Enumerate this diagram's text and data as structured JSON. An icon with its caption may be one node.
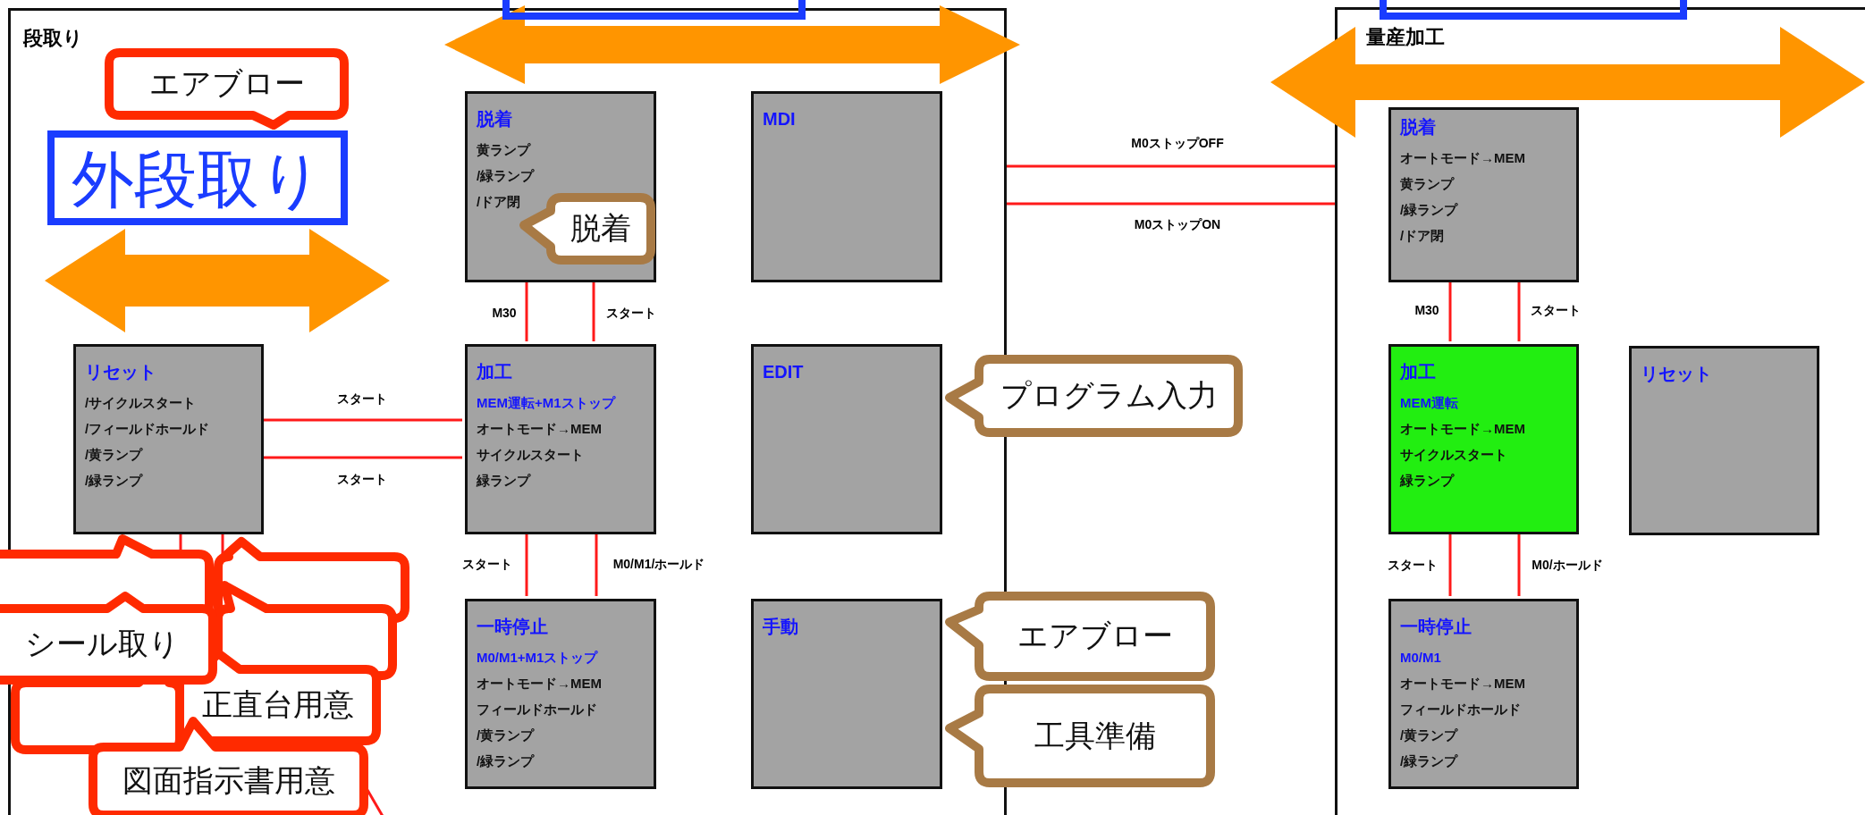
{
  "diagram": {
    "nodes": [
      {
        "text": [
          "段取り"
        ]
      },
      {
        "text": [
          "エアブロー"
        ],
        "in": 0
      },
      {
        "text": [
          "外段取り"
        ],
        "in": 0
      },
      {
        "text": [
          "脱着",
          "黄ランプ",
          "/緑ランプ",
          "/ドア閉"
        ],
        "in": 0
      },
      {
        "text": [
          "MDI"
        ],
        "in": 0
      },
      {
        "text": [
          "脱着"
        ],
        "in": 3
      },
      {
        "text": [
          "リセット",
          "/サイクルスタート",
          "/フィールドホールド",
          "/黄ランプ",
          "/緑ランプ"
        ],
        "in": 0
      },
      {
        "text": [
          "加工",
          "MEM運転+M1ストップ",
          "オートモード→MEM",
          "サイクルスタート",
          "緑ランプ"
        ],
        "in": 0
      },
      {
        "text": [
          "EDIT"
        ],
        "in": 0
      },
      {
        "text": [
          "プログラム入力"
        ]
      },
      {
        "text": [],
        "shape": "callout"
      },
      {
        "text": [],
        "shape": "callout",
        "in": 0
      },
      {
        "text": [
          "シール取り"
        ]
      },
      {
        "text": [],
        "shape": "callout",
        "in": 0
      },
      {
        "text": [
          "正直台用意"
        ],
        "in": 0
      },
      {
        "text": [],
        "shape": "callout",
        "in": 0
      },
      {
        "text": [
          "図面指示書用意"
        ],
        "in": 0
      },
      {
        "text": [
          "一時停止",
          "M0/M1+M1ストップ",
          "オートモード→MEM",
          "フィールドホールド",
          "/黄ランプ",
          "/緑ランプ"
        ],
        "in": 0
      },
      {
        "text": [
          "手動"
        ],
        "in": 0
      },
      {
        "text": [
          "エアブロー"
        ]
      },
      {
        "text": [
          "工具準備"
        ]
      },
      {
        "text": [
          "量産加工"
        ]
      },
      {
        "text": [
          "脱着",
          "オートモード→MEM",
          "黄ランプ",
          "/緑ランプ",
          "/ドア閉"
        ],
        "in": 21
      },
      {
        "text": [
          "加工",
          "MEM運転",
          "オートモード→MEM",
          "サイクルスタート",
          "緑ランプ"
        ],
        "in": 21
      },
      {
        "text": [
          "リセット"
        ],
        "in": 21
      },
      {
        "text": [
          "一時停止",
          "M0/M1",
          "オートモード→MEM",
          "フィールドホールド",
          "/黄ランプ",
          "/緑ランプ"
        ],
        "in": 21
      }
    ],
    "edges": [
      {
        "from": 3,
        "to": 7,
        "arrow": "none",
        "label": "M30"
      },
      {
        "from": 3,
        "to": 7,
        "arrow": "none",
        "label": "スタート"
      },
      {
        "from": 6,
        "to": 7,
        "arrow": "none",
        "label": "スタート"
      },
      {
        "from": 6,
        "to": 7,
        "arrow": "none",
        "label": "スタート"
      },
      {
        "from": 7,
        "to": 17,
        "arrow": "none",
        "label": "スタート"
      },
      {
        "from": 7,
        "to": 17,
        "arrow": "none",
        "label": "M0/M1/ホールド"
      },
      {
        "from": 0,
        "to": 21,
        "arrow": "none",
        "label": "M0ストップOFF"
      },
      {
        "from": 0,
        "to": 21,
        "arrow": "none",
        "label": "M0ストップON"
      },
      {
        "from": 22,
        "to": 23,
        "arrow": "none",
        "label": "M30"
      },
      {
        "from": 22,
        "to": 23,
        "arrow": "none",
        "label": "スタート"
      },
      {
        "from": 23,
        "to": 25,
        "arrow": "none",
        "label": "スタート"
      },
      {
        "from": 23,
        "to": 25,
        "arrow": "none",
        "label": "M0/ホールド"
      },
      {
        "from": 6,
        "to": 10,
        "arrow": "none"
      },
      {
        "from": 6,
        "to": 11,
        "arrow": "none"
      }
    ]
  }
}
